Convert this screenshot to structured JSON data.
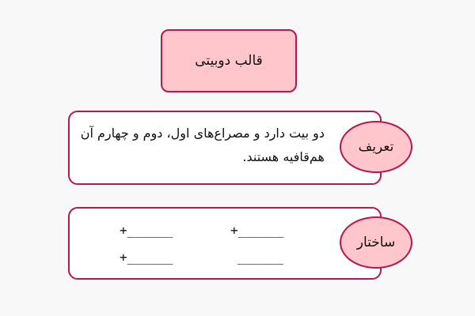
{
  "title": "قالب دوبیتی",
  "definition": {
    "label": "تعریف",
    "text": "دو بیت دارد و مصراع‌های اول، دوم و چهارم آن هم‌قافیه هستند."
  },
  "structure": {
    "label": "ساختار",
    "rows": [
      {
        "left": "+______",
        "right": "+______"
      },
      {
        "left": "+______",
        "right": "______"
      }
    ]
  }
}
